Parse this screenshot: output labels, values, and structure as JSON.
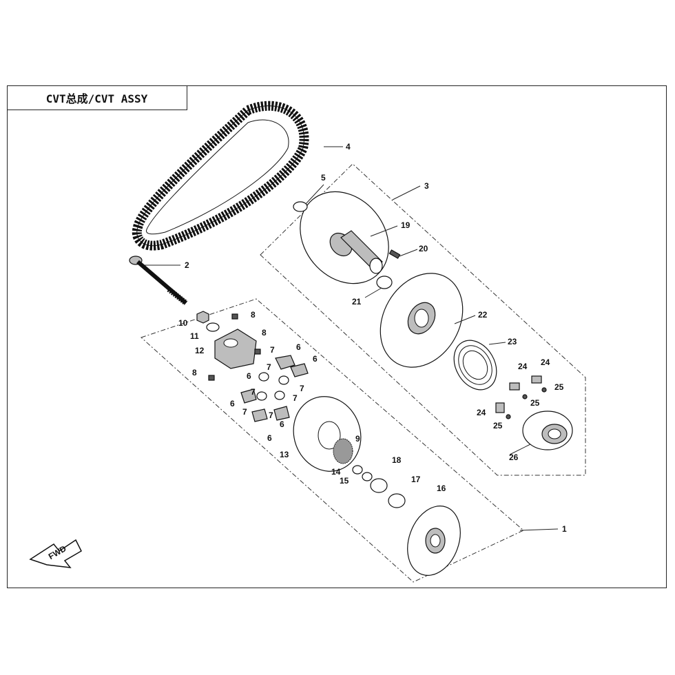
{
  "title": "CVT总成/CVT ASSY",
  "fwd_label": "FWD",
  "callouts": [
    "1",
    "2",
    "3",
    "4",
    "5",
    "6",
    "7",
    "8",
    "9",
    "10",
    "11",
    "12",
    "13",
    "14",
    "15",
    "16",
    "17",
    "18",
    "19",
    "20",
    "21",
    "22",
    "23",
    "24",
    "25",
    "26"
  ],
  "icons": {
    "fwd": "fwd-arrow-icon"
  }
}
